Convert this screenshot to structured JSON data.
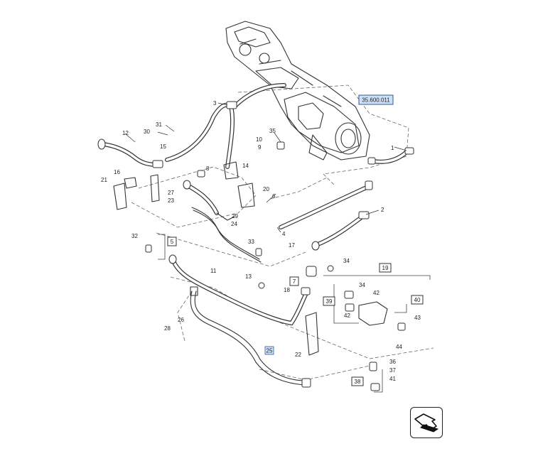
{
  "reference": {
    "code": "35.600.011",
    "color": "#cfe0f5",
    "border": "#2b5aa0"
  },
  "highlight_label": {
    "text": "25",
    "color": "#cfe0f5"
  },
  "box_labels": [
    "5",
    "7",
    "19",
    "39",
    "40",
    "38"
  ],
  "callouts": [
    {
      "id": "c1",
      "text": "1"
    },
    {
      "id": "c2",
      "text": "2"
    },
    {
      "id": "c3",
      "text": "3"
    },
    {
      "id": "c4",
      "text": "4"
    },
    {
      "id": "c6",
      "text": "6"
    },
    {
      "id": "c8",
      "text": "8"
    },
    {
      "id": "c9",
      "text": "9"
    },
    {
      "id": "c10",
      "text": "10"
    },
    {
      "id": "c11",
      "text": "11"
    },
    {
      "id": "c12",
      "text": "12"
    },
    {
      "id": "c13",
      "text": "13"
    },
    {
      "id": "c14",
      "text": "14"
    },
    {
      "id": "c15",
      "text": "15"
    },
    {
      "id": "c16",
      "text": "16"
    },
    {
      "id": "c17",
      "text": "17"
    },
    {
      "id": "c18",
      "text": "18"
    },
    {
      "id": "c20",
      "text": "20"
    },
    {
      "id": "c21",
      "text": "21"
    },
    {
      "id": "c22",
      "text": "22"
    },
    {
      "id": "c23",
      "text": "23"
    },
    {
      "id": "c24",
      "text": "24"
    },
    {
      "id": "c26",
      "text": "26"
    },
    {
      "id": "c27",
      "text": "27"
    },
    {
      "id": "c28",
      "text": "28"
    },
    {
      "id": "c29",
      "text": "29"
    },
    {
      "id": "c30",
      "text": "30"
    },
    {
      "id": "c31",
      "text": "31"
    },
    {
      "id": "c32",
      "text": "32"
    },
    {
      "id": "c33",
      "text": "33"
    },
    {
      "id": "c34a",
      "text": "34"
    },
    {
      "id": "c34b",
      "text": "34"
    },
    {
      "id": "c35",
      "text": "35"
    },
    {
      "id": "c36",
      "text": "36"
    },
    {
      "id": "c37",
      "text": "37"
    },
    {
      "id": "c41",
      "text": "41"
    },
    {
      "id": "c42a",
      "text": "42"
    },
    {
      "id": "c42b",
      "text": "42"
    },
    {
      "id": "c43",
      "text": "43"
    },
    {
      "id": "c44",
      "text": "44"
    }
  ],
  "nav_icon": "next-page-arrow-icon"
}
